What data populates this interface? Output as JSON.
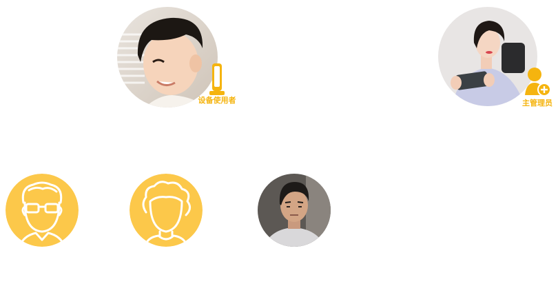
{
  "colors": {
    "accent": "#fcc84a",
    "label": "#f5b40f",
    "background": "#ffffff"
  },
  "members": [
    {
      "kind": "photo",
      "subject": "child",
      "role_label": "设备使用者",
      "role_icon": "device-icon"
    },
    {
      "kind": "photo",
      "subject": "woman-with-phone",
      "role_label": "主管理员",
      "role_icon": "admin-add-user-icon"
    },
    {
      "kind": "icon",
      "subject": "grandfather-icon"
    },
    {
      "kind": "icon",
      "subject": "grandmother-icon"
    },
    {
      "kind": "photo",
      "subject": "man"
    }
  ]
}
